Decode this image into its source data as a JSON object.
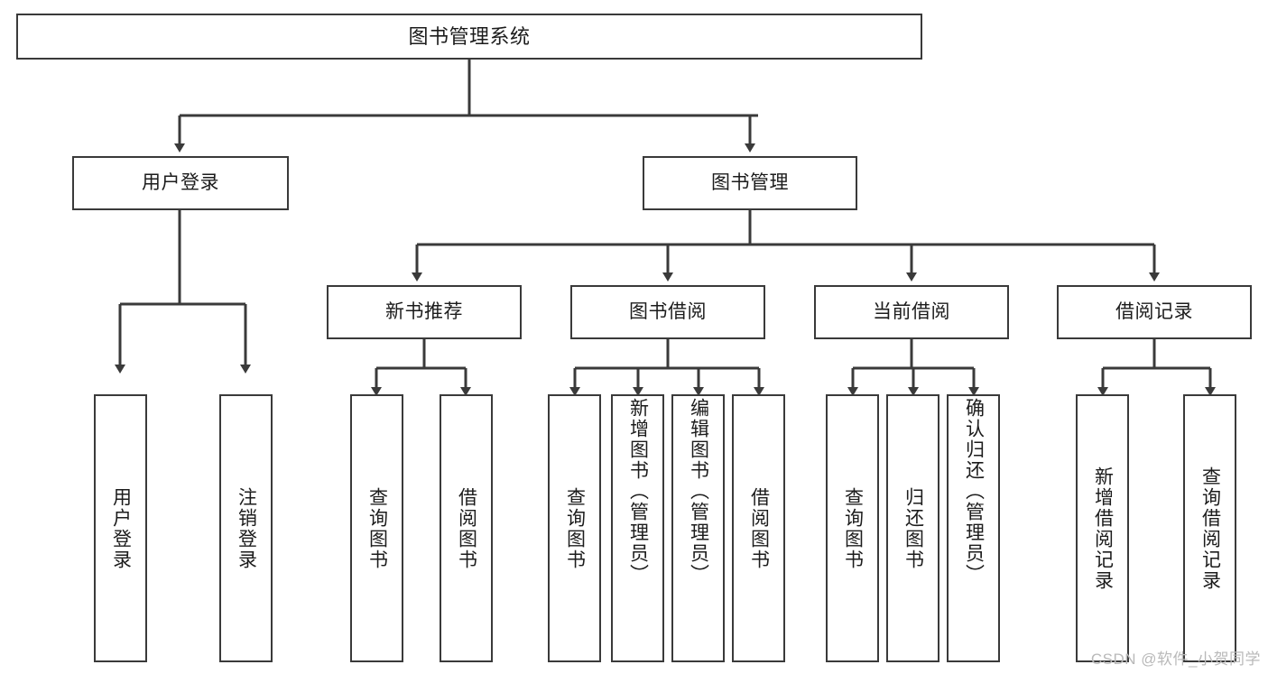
{
  "diagram": {
    "title": "图书管理系统",
    "type": "hierarchy-tree",
    "colors": {
      "line": "#3a3a3a",
      "box_fill": "#ffffff",
      "text": "#1c1c1c",
      "watermark": "#b9b9b9"
    },
    "root": {
      "label": "图书管理系统"
    },
    "level1": [
      {
        "label": "用户登录"
      },
      {
        "label": "图书管理"
      }
    ],
    "level2": [
      {
        "label": "新书推荐"
      },
      {
        "label": "图书借阅"
      },
      {
        "label": "当前借阅"
      },
      {
        "label": "借阅记录"
      }
    ],
    "leaves": {
      "user_login": [
        {
          "label": "用户登录"
        },
        {
          "label": "注销登录"
        }
      ],
      "new_book_recommend": [
        {
          "label": "查询图书"
        },
        {
          "label": "借阅图书"
        }
      ],
      "book_borrow": [
        {
          "label": "查询图书"
        },
        {
          "label": "新增图书（管理员）"
        },
        {
          "label": "编辑图书（管理员）"
        },
        {
          "label": "借阅图书"
        }
      ],
      "current_borrow": [
        {
          "label": "查询图书"
        },
        {
          "label": "归还图书"
        },
        {
          "label": "确认归还（管理员）"
        }
      ],
      "borrow_record": [
        {
          "label": "新增借阅记录"
        },
        {
          "label": "查询借阅记录"
        }
      ]
    }
  },
  "watermark": {
    "text": "CSDN @软件_小贺同学"
  }
}
